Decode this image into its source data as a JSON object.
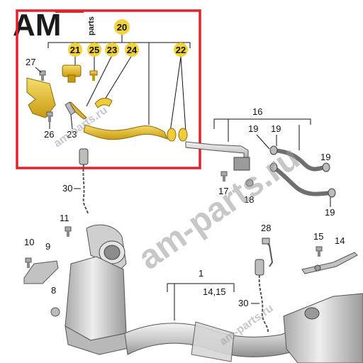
{
  "brand": {
    "logo_text": "AM",
    "logo_sub": "parts",
    "colors": {
      "logo_dark": "#1a1a1a",
      "logo_accent": "#d6241e"
    }
  },
  "watermark": {
    "text_main": "am-parts.ru",
    "text_small": "am-parts.ru"
  },
  "highlight": {
    "frame_color": "#e0242b",
    "badge_color": "#f2d23c",
    "labels": {
      "p20": "20",
      "p21": "21",
      "p25": "25",
      "p23": "23",
      "p24": "24",
      "p22": "22"
    }
  },
  "callouts": {
    "c27": "27",
    "c26": "26",
    "c23b": "23",
    "c16": "16",
    "c19a": "19",
    "c19b": "19",
    "c19c": "19",
    "c19d": "19",
    "c17": "17",
    "c18": "18",
    "c30a": "30",
    "c30b": "30",
    "c11": "11",
    "c10": "10",
    "c9": "9",
    "c8": "8",
    "c1": "1",
    "c14_15": "14,15",
    "c28": "28",
    "c15": "15",
    "c14": "14"
  },
  "colors": {
    "metal_light": "#e6e6e6",
    "metal_mid": "#c4c4c4",
    "metal_dark": "#8f8f8f",
    "hose": "#6f6f6f",
    "part_yellow": "#f1cc3a",
    "part_yellow_dark": "#c79a14"
  }
}
